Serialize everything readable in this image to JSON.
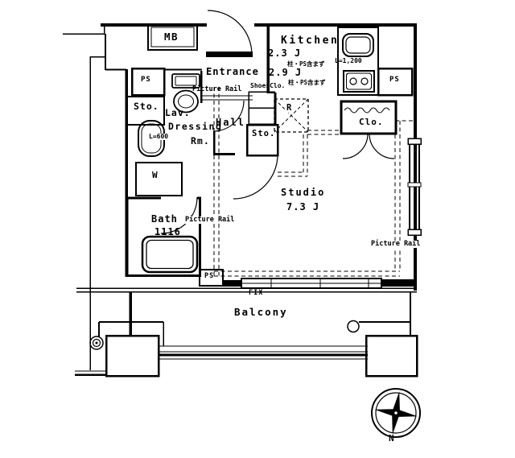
{
  "floor_plan": {
    "meter_box": {
      "label": "MB"
    },
    "kitchen": {
      "name": "Kitchen",
      "area_1": "2.3 J",
      "note_1": "柱・PS含まず",
      "counter_length": "L=1,200",
      "area_2": "2.9 J",
      "note_2": "柱・PS含まず"
    },
    "entrance": {
      "name": "Entrance",
      "picture_rail": "Picture Rail",
      "shoes_closet": "ShoesClo."
    },
    "pipe_space": {
      "upper_left": "PS",
      "upper_right": "PS",
      "lower": "PS"
    },
    "storage": {
      "left": "Sto.",
      "hall": "Sto."
    },
    "lavatory": {
      "name": "Lav."
    },
    "dressing_room": {
      "name_line1": "Dressing",
      "name_line2": "Rm.",
      "basin_length": "L=600"
    },
    "hall": {
      "name": "Hall"
    },
    "refrigerator": {
      "label": "R"
    },
    "closet": {
      "label": "Clo."
    },
    "studio": {
      "name": "Studio",
      "area": "7.3 J",
      "picture_rail_left": "Picture Rail",
      "picture_rail_right": "Picture Rail"
    },
    "washer": {
      "label": "W"
    },
    "bath": {
      "name": "Bath",
      "size": "1116"
    },
    "window": {
      "label": "FIX"
    },
    "balcony": {
      "name": "Balcony"
    },
    "compass": {
      "north_label": "N"
    },
    "colors": {
      "line": "#000000",
      "background": "#ffffff"
    }
  }
}
